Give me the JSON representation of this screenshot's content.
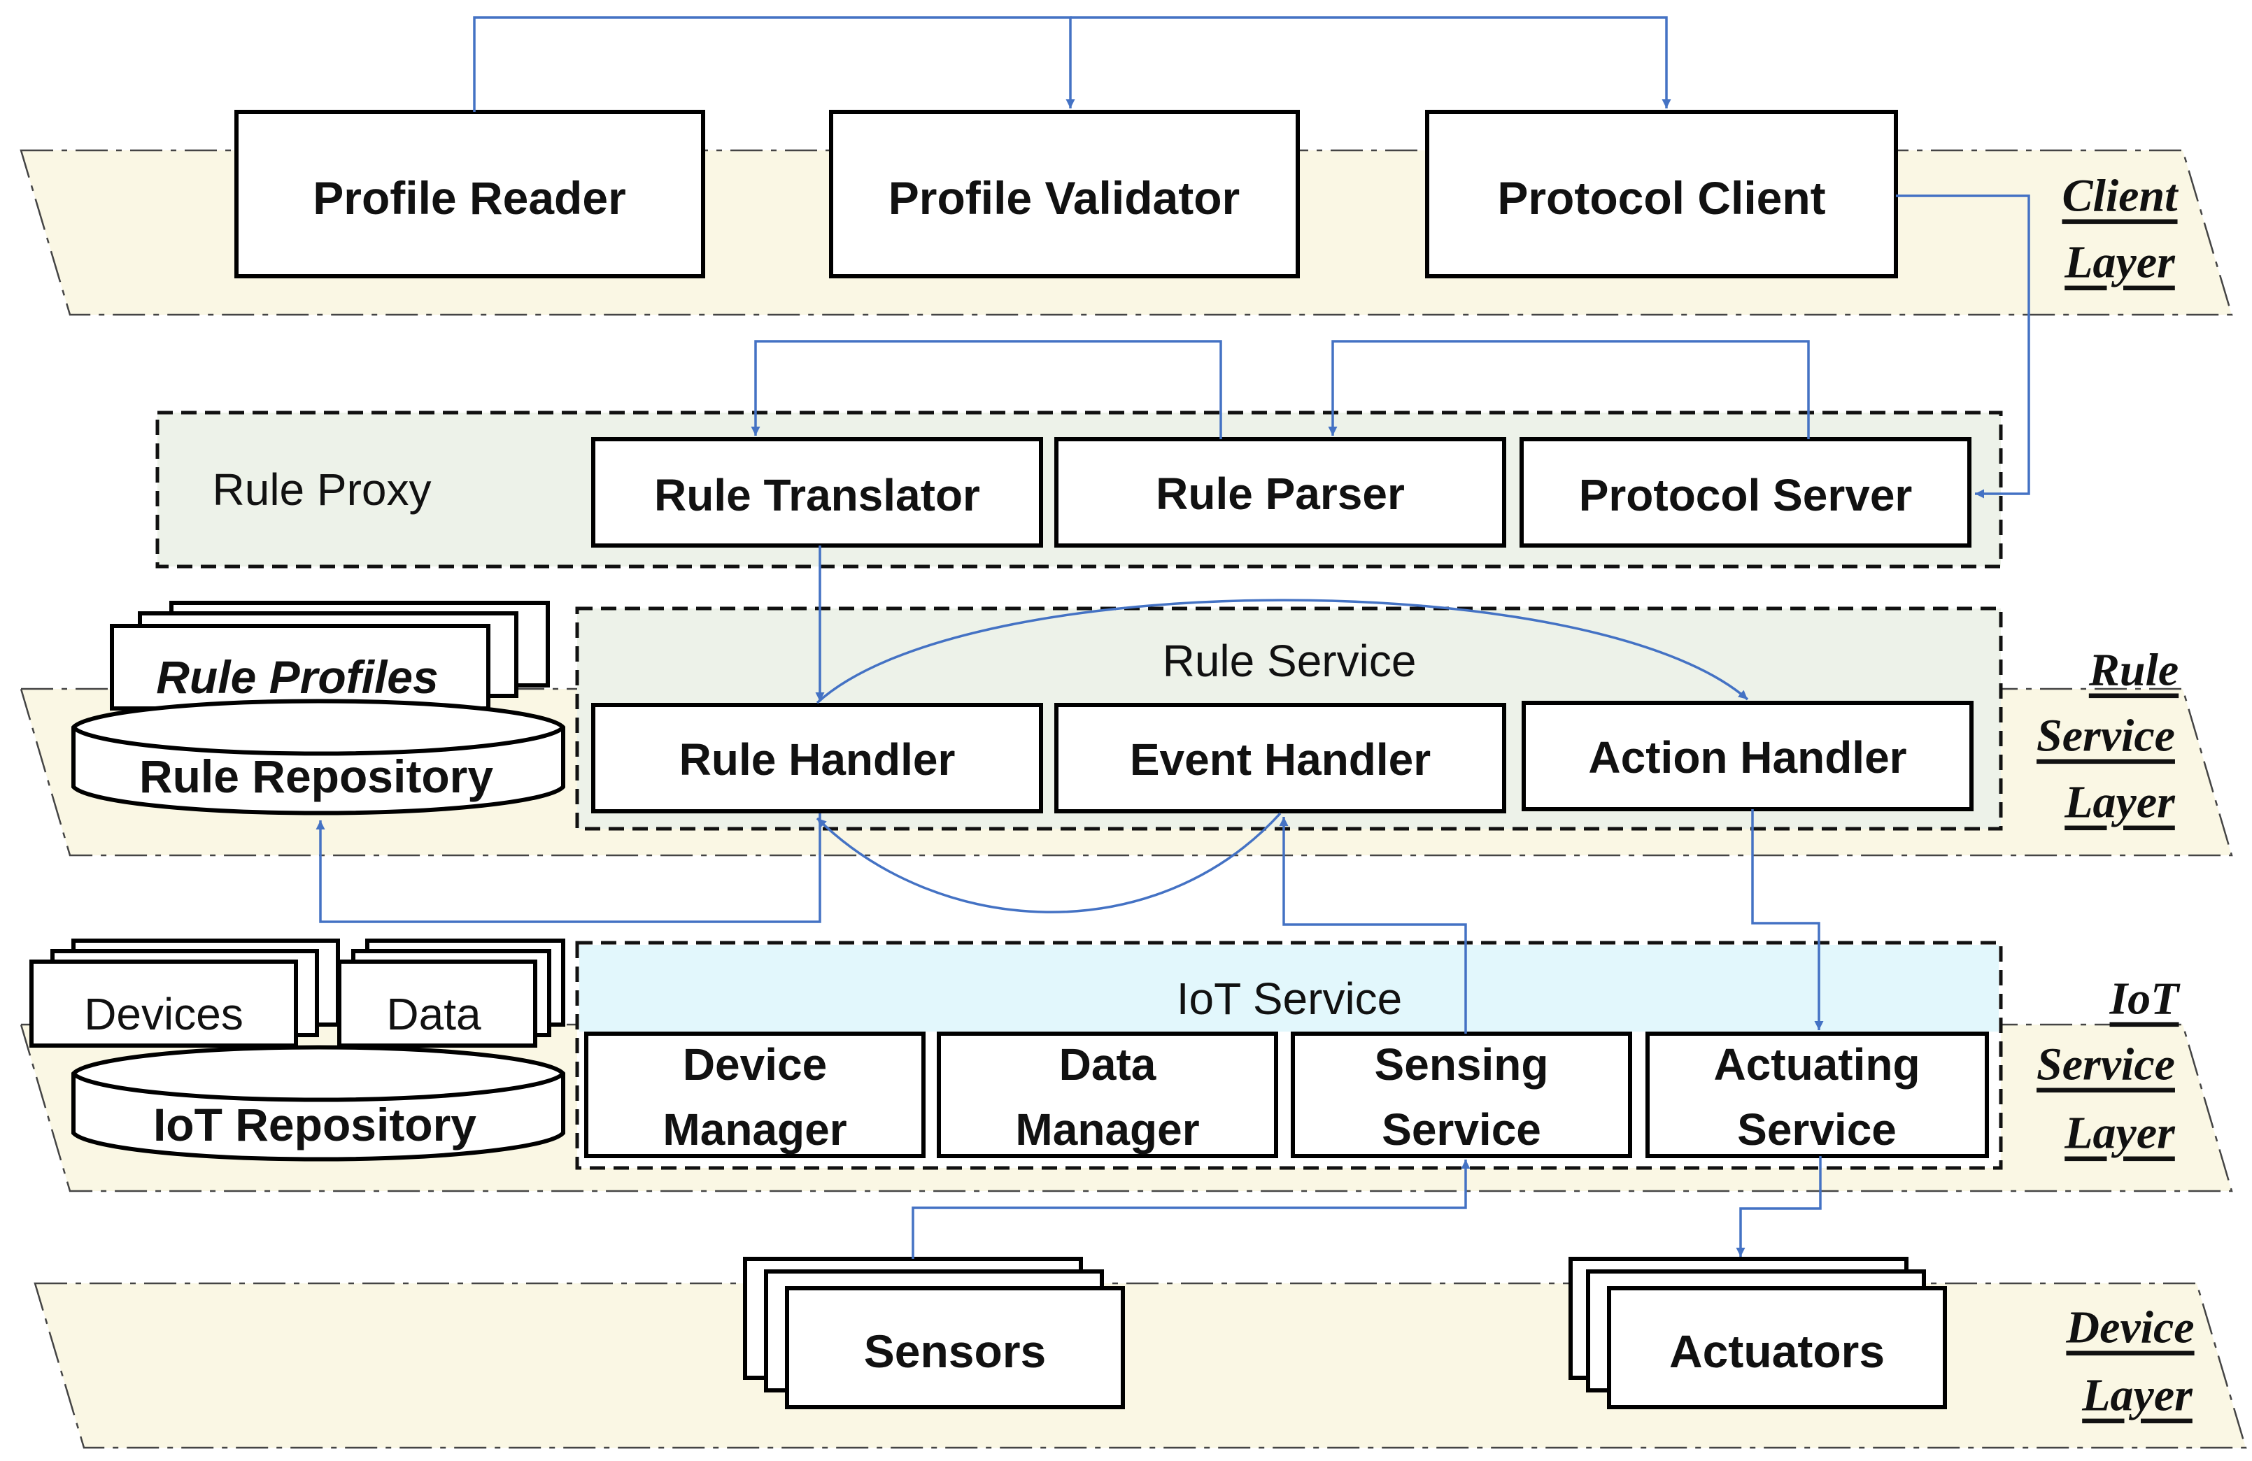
{
  "colors": {
    "band_fill": "#FAF7E4",
    "rule_area_fill": "#EDF2E9",
    "iot_header_fill": "#E2F7FC",
    "connector": "#4472C4",
    "box_stroke": "#000000"
  },
  "layers": {
    "client": [
      "Client",
      "Layer"
    ],
    "rule_service": [
      "Rule",
      "Service",
      "Layer"
    ],
    "iot_service": [
      "IoT",
      "Service",
      "Layer"
    ],
    "device": [
      "Device",
      "Layer"
    ]
  },
  "client_layer": {
    "profile_reader": "Profile Reader",
    "profile_validator": "Profile Validator",
    "protocol_client": "Protocol Client"
  },
  "rule_proxy": {
    "title": "Rule Proxy",
    "rule_translator": "Rule Translator",
    "rule_parser": "Rule Parser",
    "protocol_server": "Protocol Server"
  },
  "rule_service": {
    "title": "Rule Service",
    "rule_handler": "Rule Handler",
    "event_handler": "Event Handler",
    "action_handler": "Action Handler"
  },
  "rule_store": {
    "profiles": "Rule Profiles",
    "repository": "Rule Repository"
  },
  "iot_service": {
    "title": "IoT Service",
    "device_manager": [
      "Device",
      "Manager"
    ],
    "data_manager": [
      "Data",
      "Manager"
    ],
    "sensing_service": [
      "Sensing",
      "Service"
    ],
    "actuating_service": [
      "Actuating",
      "Service"
    ]
  },
  "iot_store": {
    "devices": "Devices",
    "data": "Data",
    "repository": "IoT Repository"
  },
  "device_layer": {
    "sensors": "Sensors",
    "actuators": "Actuators"
  }
}
